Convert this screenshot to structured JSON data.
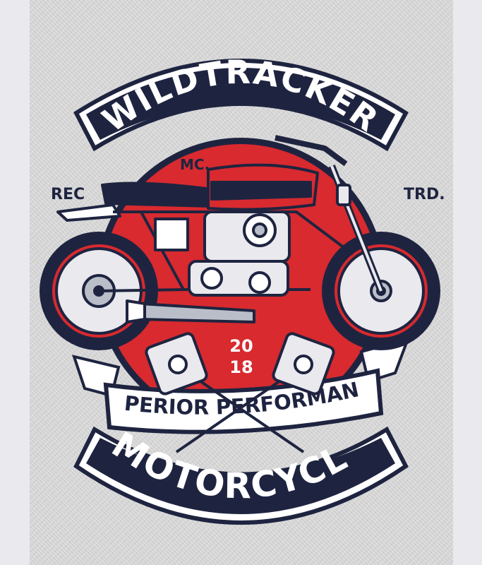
{
  "badge": {
    "title_top": "WILDTRACKER",
    "title_bottom": "MOTORCYCLE",
    "banner": "SUPERIOR PERFORMANCE",
    "left_tag": "REC",
    "right_tag": "TRD.",
    "mc_tag": "MC.",
    "year_top": "20",
    "year_bottom": "18"
  },
  "colors": {
    "navy": "#1e2440",
    "red": "#d82a2f",
    "white": "#ffffff",
    "fabric": "#d9d9d9",
    "steel": "#b9bec8"
  },
  "icons": [
    "motorcycle-illustration",
    "piston-icon",
    "wheel-icon",
    "engine-icon"
  ]
}
